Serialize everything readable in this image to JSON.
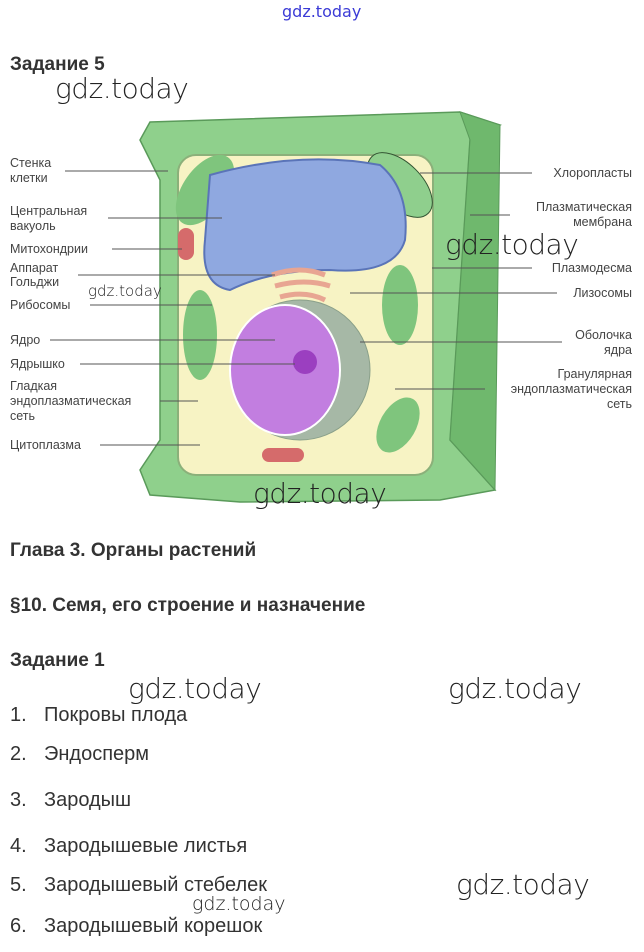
{
  "watermark": "gdz.today",
  "task5": {
    "title": "Задание 5"
  },
  "diagram": {
    "left_labels": {
      "wall": [
        "Стенка",
        "клетки"
      ],
      "vacuole": [
        "Центральная",
        "вакуоль"
      ],
      "mito": "Митохондрии",
      "golgi": [
        "Аппарат",
        "Гольджи"
      ],
      "ribo": "Рибосомы",
      "nucleus": "Ядро",
      "nucleolus": "Ядрышко",
      "ser": [
        "Гладкая",
        "эндоплазматическая",
        "сеть"
      ],
      "cyto": "Цитоплазма"
    },
    "right_labels": {
      "chloro": "Хлоропласты",
      "membrane": [
        "Плазматическая",
        "мембрана"
      ],
      "plasmo": "Плазмодесма",
      "lyso": "Лизосомы",
      "envelope": [
        "Оболочка",
        "ядра"
      ],
      "rer": [
        "Гранулярная",
        "эндоплазматическая",
        "сеть"
      ]
    }
  },
  "chapter": "Глава 3. Органы растений",
  "section": "§10. Семя, его строение и назначение",
  "task1": {
    "title": "Задание 1",
    "items": [
      {
        "num": "1.",
        "text": "Покровы плода"
      },
      {
        "num": "2.",
        "text": "Эндосперм"
      },
      {
        "num": "3.",
        "text": "Зародыш"
      },
      {
        "num": "4.",
        "text": "Зародышевые листья"
      },
      {
        "num": "5.",
        "text": "Зародышевый стебелек"
      },
      {
        "num": "6.",
        "text": "Зародышевый корешок"
      }
    ]
  }
}
